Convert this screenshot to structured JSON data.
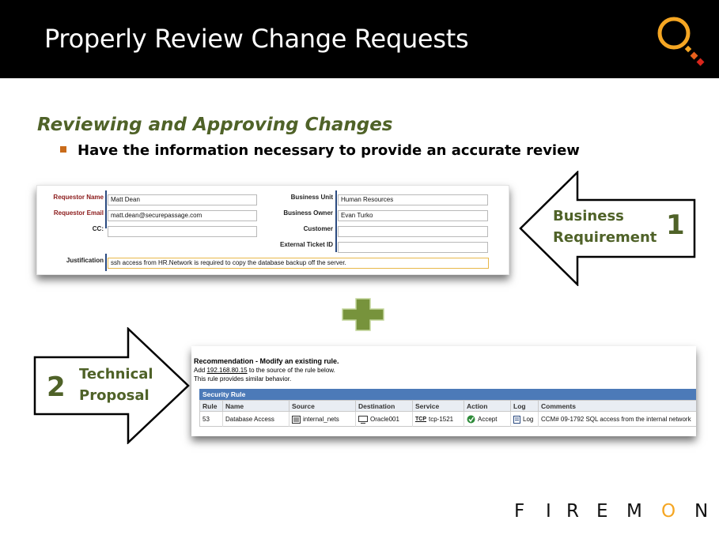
{
  "slide": {
    "title": "Properly Review Change Requests",
    "subtitle": "Reviewing and Approving Changes",
    "bullet": "Have the information necessary to provide an accurate review"
  },
  "form": {
    "requestor_name_label": "Requestor Name",
    "requestor_name_value": "Matt Dean",
    "requestor_email_label": "Requestor Email",
    "requestor_email_value": "matt.dean@securepassage.com",
    "cc_label": "CC:",
    "cc_value": "",
    "business_unit_label": "Business Unit",
    "business_unit_value": "Human Resources",
    "business_owner_label": "Business Owner",
    "business_owner_value": "Evan Turko",
    "customer_label": "Customer",
    "customer_value": "",
    "external_ticket_label": "External Ticket ID",
    "external_ticket_value": "",
    "justification_label": "Justification",
    "justification_value": "ssh access from HR.Network is required to copy the database backup off the server."
  },
  "callouts": {
    "business_line1": "Business",
    "business_line2": "Requirement",
    "business_num": "1",
    "technical_line1": "Technical",
    "technical_line2": "Proposal",
    "technical_num": "2"
  },
  "recommendation": {
    "title": "Recommendation - Modify an existing rule.",
    "line1_prefix": "Add ",
    "line1_ip": "192.168.80.15",
    "line1_suffix": " to the source of the rule below.",
    "line2": "This rule provides similar behavior.",
    "section_label": "Security Rule",
    "columns": [
      "Rule",
      "Name",
      "Source",
      "Destination",
      "Service",
      "Action",
      "Log",
      "Comments"
    ],
    "row": {
      "rule": "53",
      "name": "Database Access",
      "source": "internal_nets",
      "destination": "Oracle001",
      "service_tag": "TCP",
      "service": "tcp-1521",
      "action": "Accept",
      "log": "Log",
      "comments": "CCM# 09-1792 SQL access from the internal network"
    }
  },
  "logo": {
    "letters": [
      "F",
      "I",
      "R",
      "E",
      "M",
      "O",
      "N"
    ]
  },
  "colors": {
    "header_bg": "#000000",
    "accent_green": "#4f6228",
    "plus_green": "#77933c",
    "bullet_orange": "#c96b1a",
    "magnifier_orange": "#f5a623",
    "table_header_blue": "#4c7ab8"
  },
  "icons": [
    "magnifier-logo-icon",
    "network-object-icon",
    "host-icon",
    "tcp-service-icon",
    "accept-icon",
    "log-icon",
    "plus-icon"
  ]
}
